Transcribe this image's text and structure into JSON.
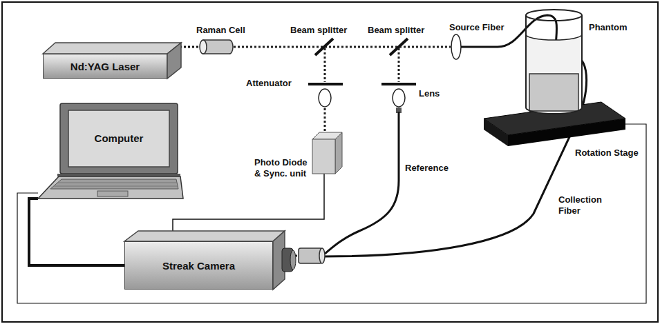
{
  "diagram": {
    "nodes": [
      {
        "text": [
          "Nd:YAG Laser"
        ]
      },
      {
        "text": [
          "Raman Cell"
        ]
      },
      {
        "text": [
          "Computer"
        ]
      },
      {
        "text": [
          "Photo Diode & Sync. unit"
        ]
      },
      {
        "text": [
          "Phantom"
        ]
      },
      {
        "text": [
          "Rotation Stage"
        ]
      },
      {
        "text": [
          "Streak Camera"
        ]
      }
    ],
    "edges": [
      {
        "from": 0,
        "to": 1,
        "arrow": "none"
      },
      {
        "from": 2,
        "to": 6,
        "arrow": "none"
      },
      {
        "from": 3,
        "to": 6,
        "arrow": "none"
      },
      {
        "from": 2,
        "to": 5,
        "arrow": "none"
      }
    ],
    "labels": [
      "Beam splitter",
      "Beam splitter",
      "Attenuator",
      "Lens",
      "Source Fiber",
      "Reference",
      "Collection Fiber"
    ]
  }
}
